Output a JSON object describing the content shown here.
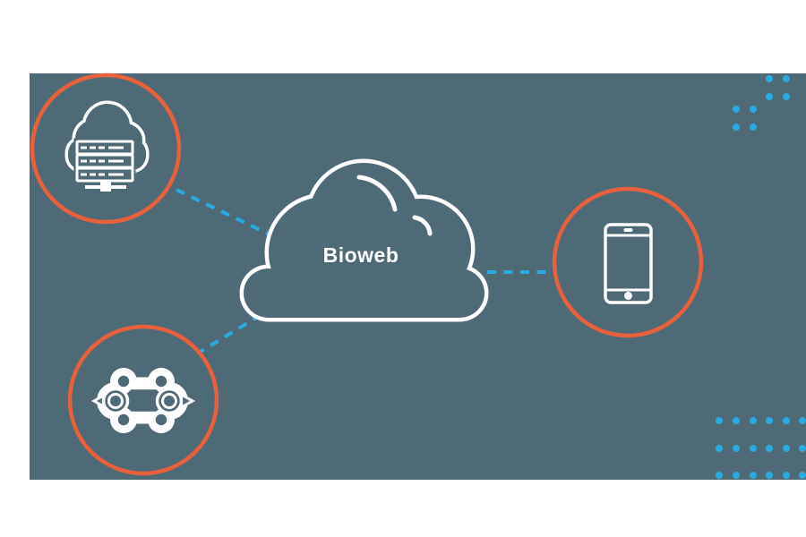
{
  "diagram": {
    "center_label": "Bioweb",
    "center_node": {
      "icon": "cloud-icon"
    },
    "nodes": [
      {
        "id": "datacenter",
        "icon": "server-cloud-icon",
        "position": "top-left"
      },
      {
        "id": "molecule",
        "icon": "molecule-icon",
        "position": "bottom-left"
      },
      {
        "id": "mobile",
        "icon": "smartphone-icon",
        "position": "right"
      }
    ],
    "connections": [
      {
        "from": "datacenter",
        "to": "bioweb-cloud",
        "style": "dashed"
      },
      {
        "from": "molecule",
        "to": "bioweb-cloud",
        "style": "dashed"
      },
      {
        "from": "bioweb-cloud",
        "to": "mobile",
        "style": "dashed"
      }
    ]
  },
  "colors": {
    "panel": "#4e6a76",
    "orange": "#e8613c",
    "cyan": "#29abe2",
    "white": "#ffffff"
  },
  "decor": {
    "dot_radius": 4,
    "top_right_dot_groups": [
      {
        "xs": [
          859,
          878
        ],
        "ys": [
          88,
          108
        ]
      },
      {
        "xs": [
          822,
          841
        ],
        "ys": [
          122,
          142
        ]
      }
    ],
    "bottom_right_dot_grid": {
      "xs": [
        803,
        822,
        841,
        859,
        878,
        896
      ],
      "ys": [
        470,
        501,
        531
      ]
    }
  }
}
